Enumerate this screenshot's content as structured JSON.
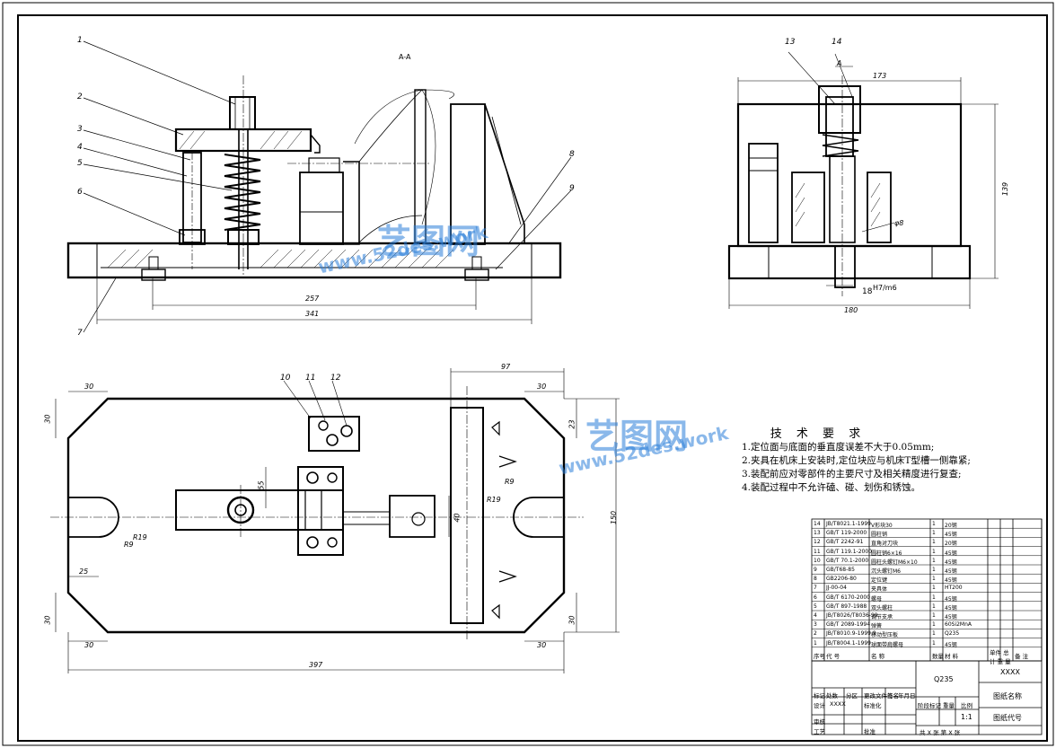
{
  "view_label": "A-A",
  "part_labels": [
    "1",
    "2",
    "3",
    "4",
    "5",
    "6",
    "7",
    "8",
    "9",
    "10",
    "11",
    "12",
    "13",
    "14"
  ],
  "dimensions": {
    "d341": "341",
    "d257": "257",
    "d397": "397",
    "d150": "150",
    "d97": "97",
    "d30": "30",
    "d25": "25",
    "d55": "55",
    "d40": "40",
    "d23": "23",
    "d173": "173",
    "d139": "139",
    "d180": "180",
    "d18": "18",
    "r19": "R19",
    "r9": "R9",
    "fit": "H7/m6",
    "phi": "φ8",
    "arrow_a": "A"
  },
  "tech": {
    "title": "技 术 要 求",
    "lines": [
      "1.定位面与底面的垂直度误差不大于0.05mm;",
      "2.夹具在机床上安装时,定位块应与机床T型槽一侧靠紧;",
      "3.装配前应对零部件的主要尺寸及相关精度进行复查;",
      "4.装配过程中不允许磕、碰、划伤和锈蚀。"
    ]
  },
  "watermark": {
    "brand": "艺图网",
    "url": "www.52des.work"
  },
  "bom": {
    "headers": [
      "序号",
      "代 号",
      "名 称",
      "数量",
      "材 料",
      "单件 总计 重 量",
      "备 注"
    ],
    "rows": [
      [
        "14",
        "JB/T8021.1-1999",
        "V形块30",
        "1",
        "20钢"
      ],
      [
        "13",
        "GB/T 119-2000",
        "圆柱销",
        "1",
        "45钢"
      ],
      [
        "12",
        "GB/T 2242-91",
        "直角对刀块",
        "1",
        "20钢"
      ],
      [
        "11",
        "GB/T 119.1-2000",
        "圆柱销6×16",
        "1",
        "45钢"
      ],
      [
        "10",
        "GB/T 70.1-2000",
        "圆柱头螺钉M6×10",
        "1",
        "45钢"
      ],
      [
        "9",
        "GB/T68-85",
        "沉头螺钉M6",
        "1",
        "45钢"
      ],
      [
        "8",
        "GB2206-80",
        "定位键",
        "1",
        "45钢"
      ],
      [
        "7",
        "JJ-00-04",
        "夹具体",
        "1",
        "HT200"
      ],
      [
        "6",
        "GB/T 6170-2000",
        "螺母",
        "1",
        "45钢"
      ],
      [
        "5",
        "GB/T 897-1988",
        "双头螺柱",
        "1",
        "45钢"
      ],
      [
        "4",
        "JB/T8026/T8036-99",
        "调节支承",
        "1",
        "45钢"
      ],
      [
        "3",
        "GB/T 2089-1994",
        "弹簧",
        "1",
        "60Si2MnA"
      ],
      [
        "2",
        "JB/T8010.9-1999.9",
        "移动型压板",
        "1",
        "Q235"
      ],
      [
        "1",
        "JB/T8004.1-1999",
        "球面带肩螺母",
        "1",
        "45钢"
      ]
    ]
  },
  "title_block": {
    "material": "Q235",
    "company": "XXXX",
    "drawing_name": "图纸名称",
    "drawing_code": "图纸代号",
    "scale_label": "比例",
    "scale": "1:1",
    "weight_label": "重量",
    "stage_label": "阶段标记",
    "sheets": "共 X 张  第 X 张",
    "design": "设计",
    "design_name": "XXXX",
    "std": "标准化",
    "review": "审核",
    "process": "工艺",
    "approve": "批准",
    "mark": "标记",
    "count": "处数",
    "zone": "分区",
    "change_doc": "更改文件号",
    "sign": "签名",
    "date": "年月日"
  }
}
